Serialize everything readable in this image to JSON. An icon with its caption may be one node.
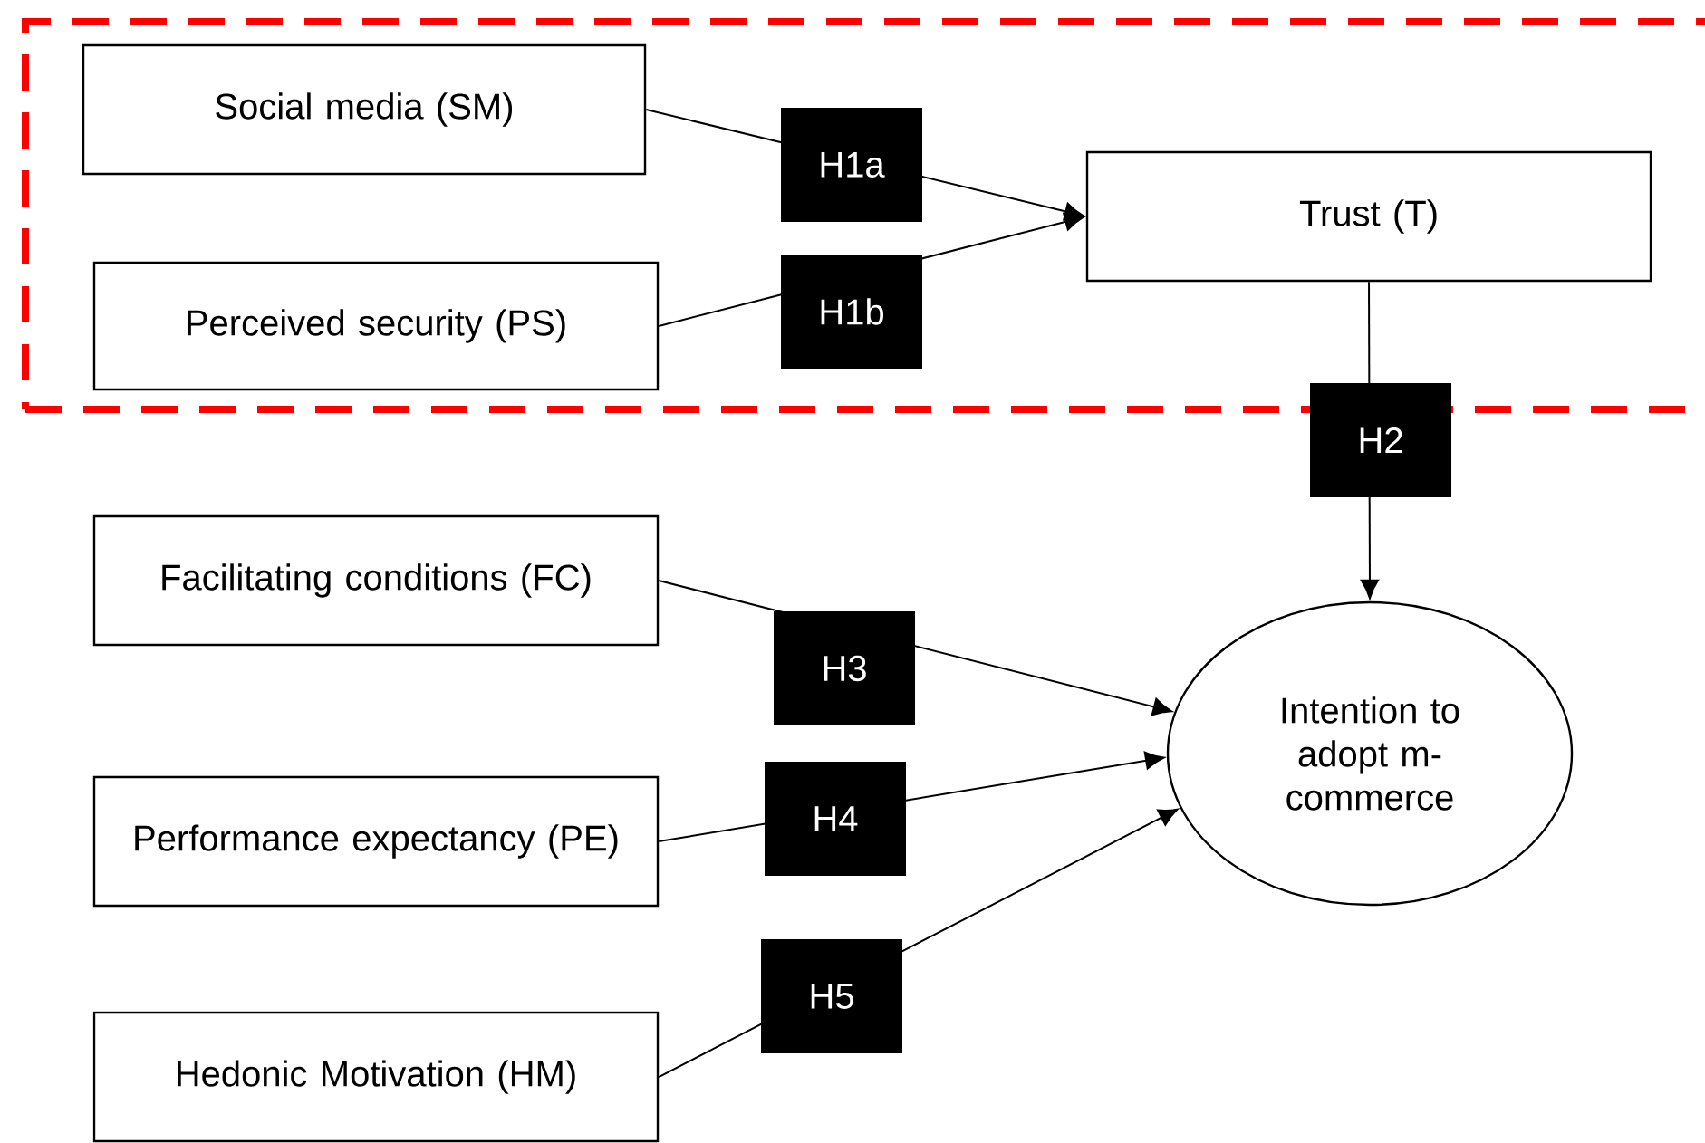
{
  "diagram": {
    "nodes": [
      {
        "text": [],
        "shape": "box"
      },
      {
        "text": [
          "Social media (SM)"
        ],
        "in": 0
      },
      {
        "text": [
          "Perceived security (PS)"
        ],
        "in": 0
      },
      {
        "text": [
          "Trust (T)"
        ],
        "in": 0
      },
      {
        "text": [
          "Facilitating conditions (FC)"
        ]
      },
      {
        "text": [
          "Performance expectancy (PE)"
        ]
      },
      {
        "text": [
          "Hedonic Motivation (HM)"
        ]
      },
      {
        "text": [
          "Intention to adopt m-commerce"
        ]
      }
    ],
    "edges": [
      {
        "from": 1,
        "to": 3,
        "arrow": "to",
        "label": "H1a"
      },
      {
        "from": 2,
        "to": 3,
        "arrow": "to",
        "label": "H1b"
      },
      {
        "from": 3,
        "to": 7,
        "arrow": "to",
        "label": "H2"
      },
      {
        "from": 4,
        "to": 7,
        "arrow": "to",
        "label": "H3"
      },
      {
        "from": 5,
        "to": 7,
        "arrow": "to",
        "label": "H4"
      },
      {
        "from": 6,
        "to": 7,
        "arrow": "to",
        "label": "H5"
      }
    ]
  }
}
